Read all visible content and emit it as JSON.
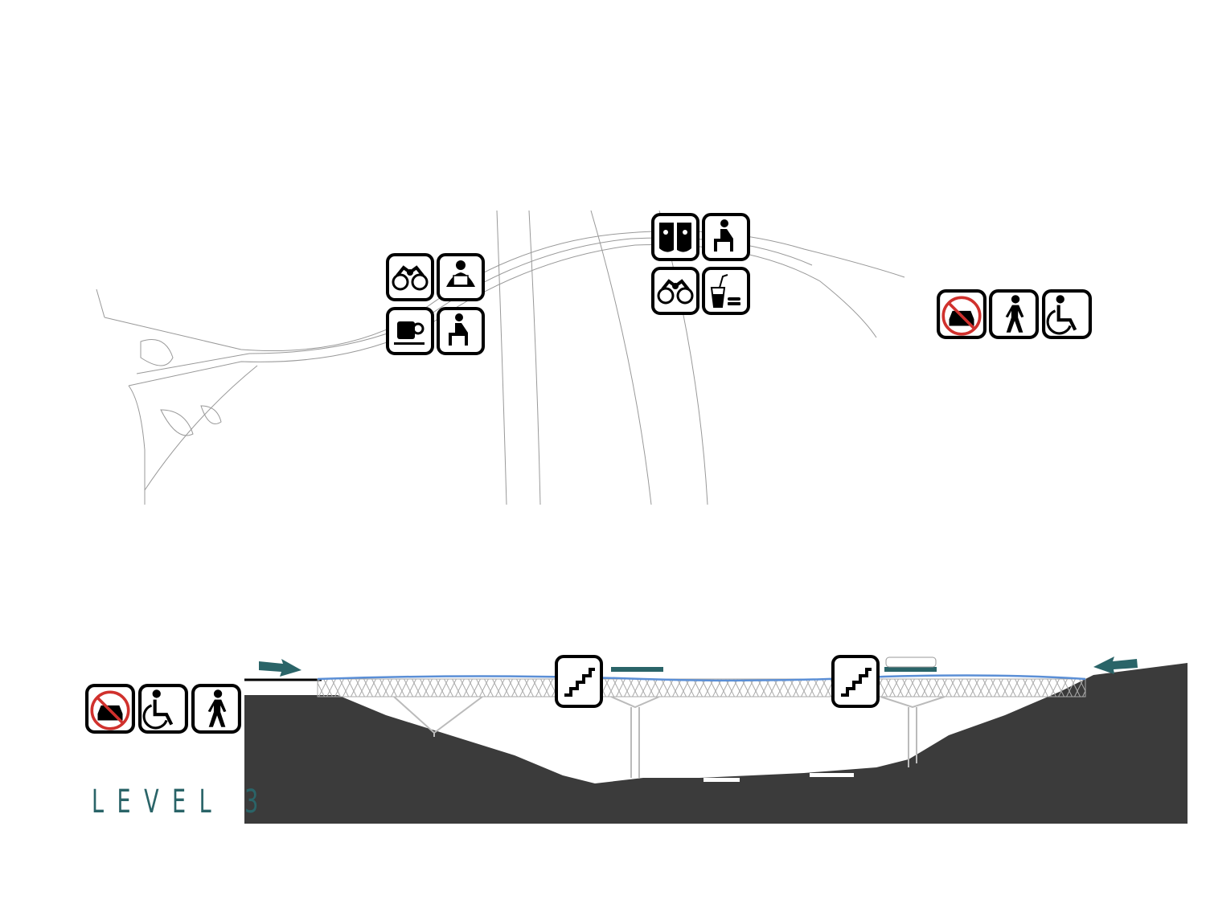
{
  "section_label": "LEVEL 3",
  "colors": {
    "accent": "#2a6468",
    "ground": "#3b3b3b",
    "walkway": "#5b8fd6",
    "no_symbol": "#d0312d"
  },
  "plan_clusters": [
    {
      "name": "west-platform",
      "icons": [
        "binoculars-icon",
        "reading-icon",
        "coffee-icon",
        "seated-person-icon"
      ]
    },
    {
      "name": "center-platform",
      "icons": [
        "theater-masks-icon",
        "seated-person-icon",
        "binoculars-icon",
        "food-drink-icon"
      ]
    },
    {
      "name": "access-legend",
      "icons": [
        "no-car-icon",
        "pedestrian-icon",
        "wheelchair-icon"
      ]
    }
  ],
  "section_icons": [
    "no-car-icon",
    "wheelchair-icon",
    "pedestrian-icon",
    "stairs-icon",
    "stairs-icon"
  ]
}
